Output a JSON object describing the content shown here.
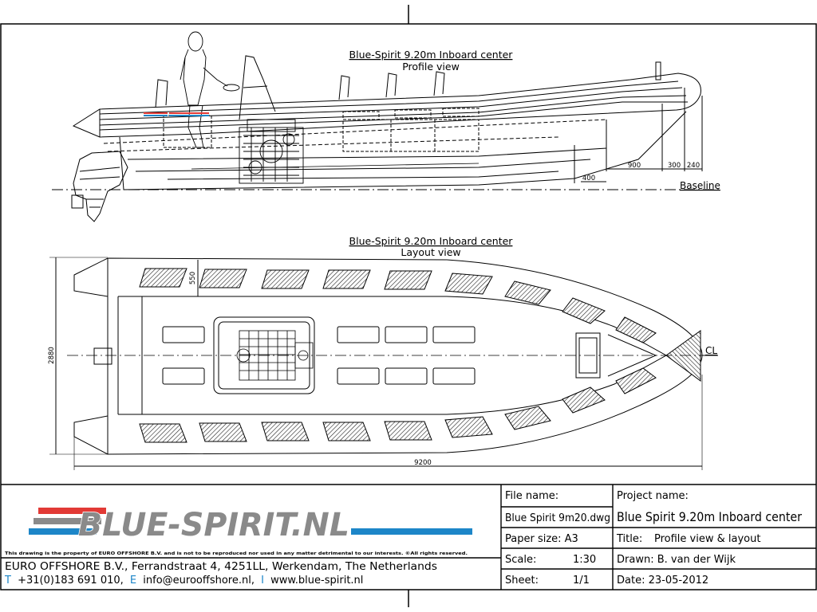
{
  "profile_view": {
    "title": "Blue-Spirit 9.20m Inboard center",
    "subtitle": "Profile view",
    "baseline_label": "Baseline",
    "dims": [
      "400",
      "900",
      "300",
      "240"
    ]
  },
  "layout_view": {
    "title": "Blue-Spirit 9.20m Inboard center",
    "subtitle": "Layout view",
    "cl_label": "CL",
    "dim_tube": "550",
    "dim_beam": "2880",
    "dim_length": "9200"
  },
  "title_block": {
    "logo_text": "BLUE-SPIRIT.NL",
    "disclaimer": "This drawing is the property of EURO OFFSHORE B.V. and is not to be reproduced nor used in any matter detrimental to our interests. ©All rights reserved.",
    "company_line": "EURO OFFSHORE B.V., Ferrandstraat 4, 4251LL, Werkendam, The Netherlands",
    "contact_t": "T",
    "contact_phone": "+31(0)183 691 010,",
    "contact_e": "E",
    "contact_email": "info@eurooffshore.nl,",
    "contact_i": "I",
    "contact_web": "www.blue-spirit.nl",
    "file_name_label": "File name:",
    "file_name_value": "Blue Spirit 9m20.dwg",
    "paper_size": "Paper size: A3",
    "scale_label": "Scale:",
    "scale_value": "1:30",
    "sheet_label": "Sheet:",
    "sheet_value": "1/1",
    "project_label": "Project name:",
    "project_value": "Blue Spirit 9.20m Inboard center",
    "title_label": "Title:",
    "title_value": "Profile view & layout",
    "drawn": "Drawn: B. van der Wijk",
    "date": "Date:  23-05-2012"
  },
  "colors": {
    "logo_red": "#e23a36",
    "logo_blue": "#1d86c8",
    "logo_gray": "#8a8a8a",
    "contact_blue": "#1d86c8"
  }
}
